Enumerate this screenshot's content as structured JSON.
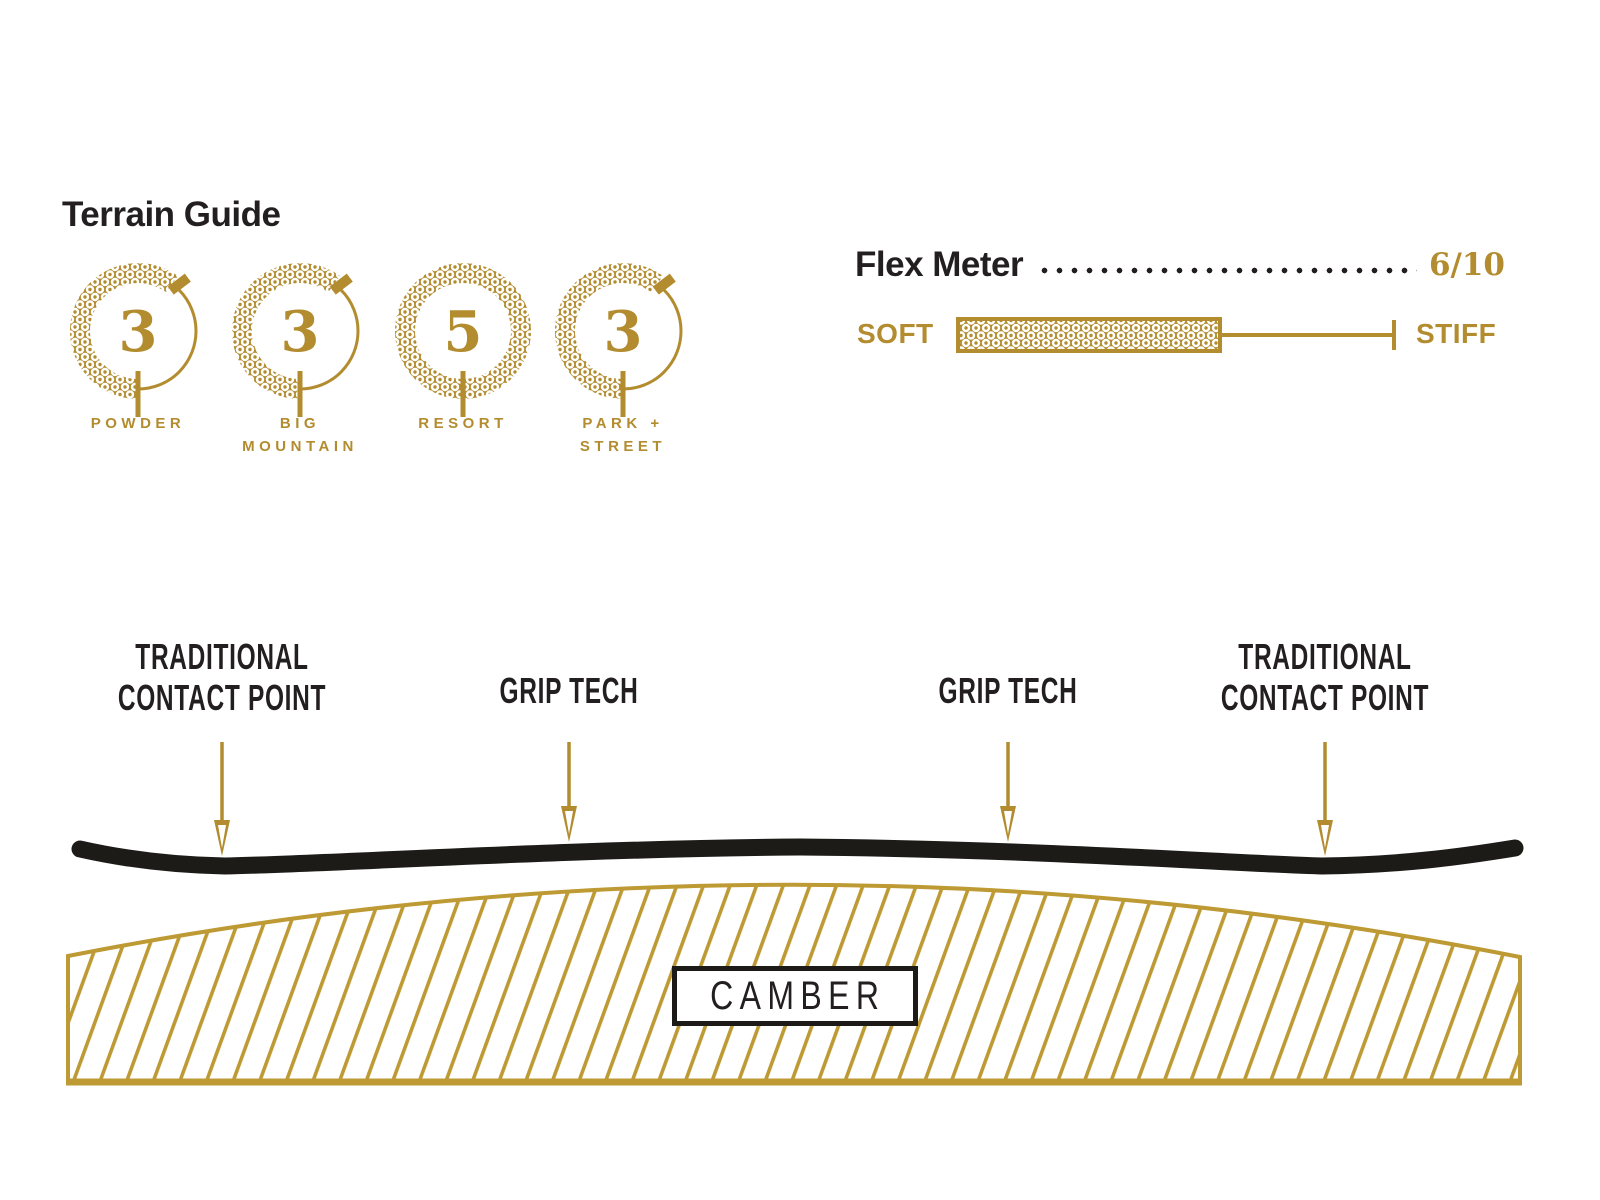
{
  "colors": {
    "gold": "#B28C2E",
    "gold_hatch": "#BE9A35",
    "ink": "#231F20",
    "board_black": "#1D1B17",
    "background": "#FFFFFF"
  },
  "terrain_guide": {
    "title": "Terrain Guide",
    "scale_max": 5,
    "items": [
      {
        "label": "POWDER",
        "value": 3
      },
      {
        "label": "BIG MOUNTAIN",
        "value": 3
      },
      {
        "label": "RESORT",
        "value": 5
      },
      {
        "label": "PARK + STREET",
        "value": 3
      }
    ]
  },
  "flex_meter": {
    "title": "Flex Meter",
    "value": 6,
    "max": 10,
    "value_display": "6/10",
    "min_label": "SOFT",
    "max_label": "STIFF"
  },
  "profile": {
    "type": "camber",
    "camber_label": "CAMBER",
    "callouts": [
      {
        "label": "TRADITIONAL CONTACT POINT"
      },
      {
        "label": "GRIP TECH"
      },
      {
        "label": "GRIP TECH"
      },
      {
        "label": "TRADITIONAL CONTACT POINT"
      }
    ]
  }
}
